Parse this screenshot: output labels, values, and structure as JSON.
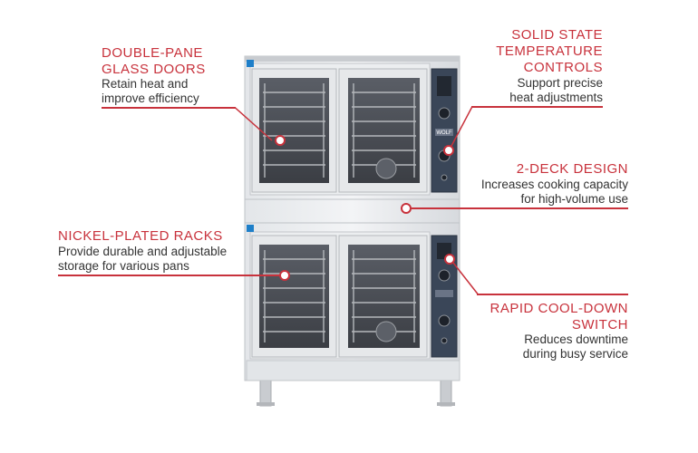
{
  "colors": {
    "accent": "#c8323c",
    "text": "#333333",
    "steel": "#d9dcdf",
    "panel": "#3a4658"
  },
  "callouts": [
    {
      "title_lines": [
        "DOUBLE-PANE",
        "GLASS DOORS"
      ],
      "desc_lines": [
        "Retain heat and",
        "improve efficiency"
      ]
    },
    {
      "title_lines": [
        "SOLID STATE",
        "TEMPERATURE",
        "CONTROLS"
      ],
      "desc_lines": [
        "Support precise",
        "heat adjustments"
      ]
    },
    {
      "title_lines": [
        "2-DECK DESIGN"
      ],
      "desc_lines": [
        "Increases cooking capacity",
        "for high-volume use"
      ]
    },
    {
      "title_lines": [
        "NICKEL-PLATED RACKS"
      ],
      "desc_lines": [
        "Provide durable and adjustable",
        "storage for various pans"
      ]
    },
    {
      "title_lines": [
        "RAPID COOL-DOWN",
        "SWITCH"
      ],
      "desc_lines": [
        "Reduces downtime",
        "during busy service"
      ]
    }
  ],
  "oven": {
    "brand_label": "WOLF"
  }
}
